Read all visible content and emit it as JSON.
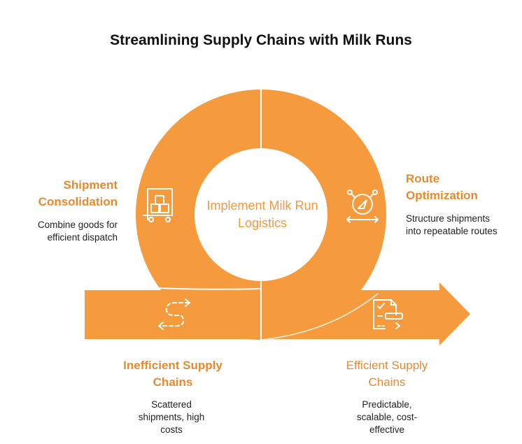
{
  "title": "Streamlining Supply Chains with Milk Runs",
  "center": {
    "label": "Implement Milk Run Logistics"
  },
  "stages": {
    "shipment_consolidation": {
      "title": "Shipment Consolidation",
      "description": "Combine goods for efficient dispatch",
      "icon": "hand-truck-boxes-icon"
    },
    "route_optimization": {
      "title": "Route Optimization",
      "description": "Structure shipments into repeatable routes",
      "icon": "navigation-compass-icon"
    },
    "inefficient_supply_chains": {
      "title": "Inefficient Supply Chains",
      "description": "Scattered shipments, high costs",
      "icon": "winding-path-icon"
    },
    "efficient_supply_chains": {
      "title": "Efficient Supply Chains",
      "description": "Predictable, scalable, cost-effective",
      "icon": "checklist-document-icon"
    }
  },
  "colors": {
    "orange": "#F59A3D",
    "accent_text": "#E78A2E",
    "icon_stroke": "#ffffff",
    "background": "#ffffff"
  }
}
